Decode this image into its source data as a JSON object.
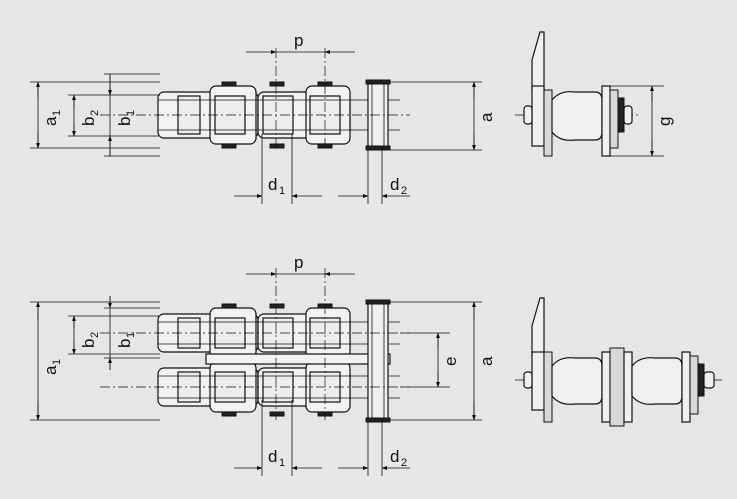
{
  "labels": {
    "p": "p",
    "a": "a",
    "a1": "a",
    "a1_sub": "1",
    "b1": "b",
    "b1_sub": "1",
    "b2": "b",
    "b2_sub": "2",
    "d1": "d",
    "d1_sub": "1",
    "d2": "d",
    "d2_sub": "2",
    "g": "g",
    "e": "e"
  },
  "colors": {
    "background": "#e6e6e6",
    "line": "#111111"
  }
}
